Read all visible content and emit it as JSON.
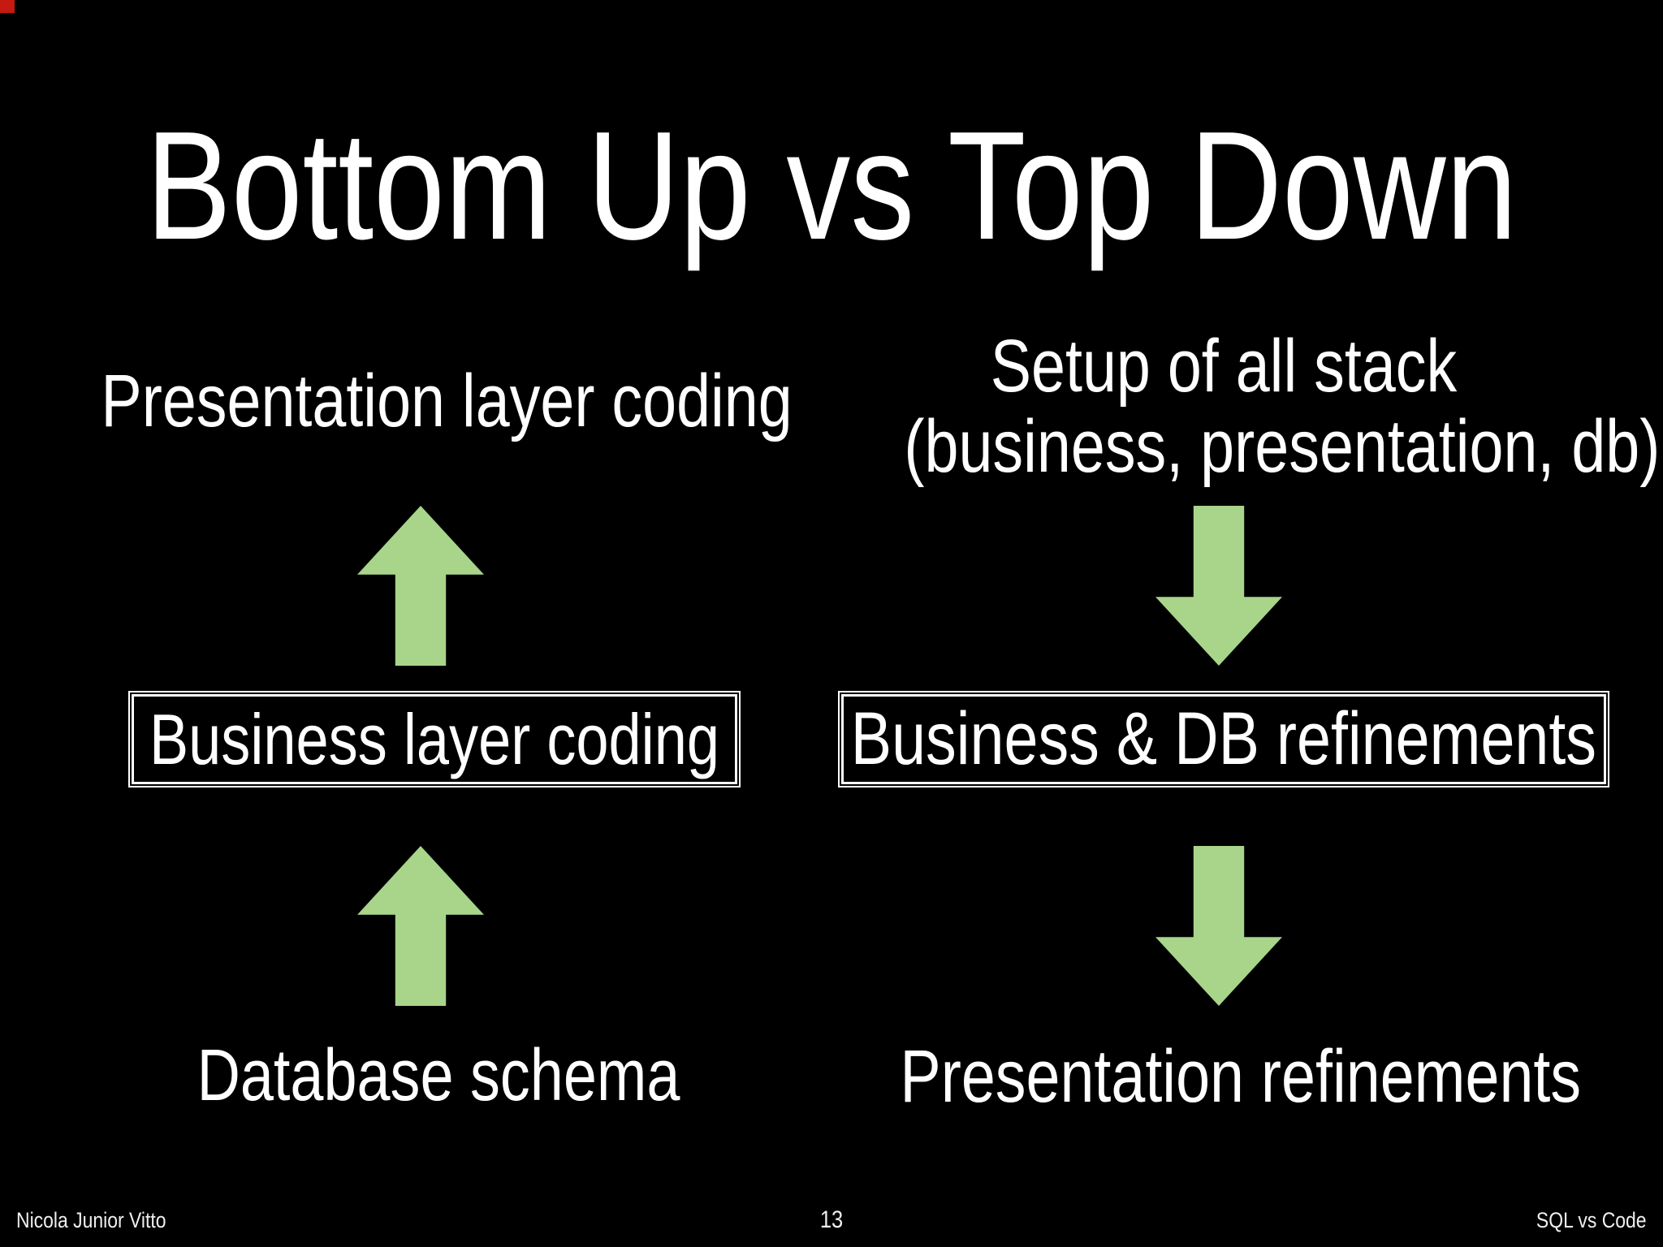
{
  "slide": {
    "title": "Bottom Up vs Top Down",
    "columns": {
      "bottom_up": {
        "top_label": "Presentation layer coding",
        "box_label": "Business layer coding",
        "bottom_label": "Database schema",
        "arrow_direction": "up"
      },
      "top_down": {
        "top_label_line1": "Setup of all stack",
        "top_label_line2": "(business, presentation, db)",
        "box_label": "Business & DB refinements",
        "bottom_label": "Presentation refinements",
        "arrow_direction": "down"
      }
    },
    "footer": {
      "author": "Nicola Junior Vitto",
      "page_number": "13",
      "deck_title": "SQL vs Code"
    },
    "colors": {
      "background": "#000000",
      "text": "#ffffff",
      "arrow_green": "#a8d58a",
      "corner_marker_red": "#c41a10",
      "box_border": "#ffffff"
    }
  }
}
